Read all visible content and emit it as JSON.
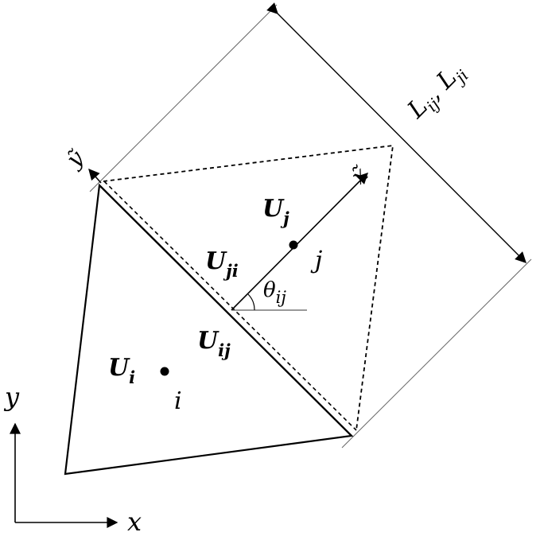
{
  "labels": {
    "U": "U",
    "sub_j": "j",
    "sub_ji": "ji",
    "sub_ij": "ij",
    "sub_i": "i",
    "point_i": "i",
    "point_j": "j",
    "theta": "θ",
    "theta_sub": "ij",
    "length": "L",
    "length_sub1": "ij",
    "length_sep": ", ",
    "length_sub2": "ji",
    "x_tilde": "x̃",
    "y_tilde": "ỹ",
    "x_axis": "x",
    "y_axis": "y"
  }
}
